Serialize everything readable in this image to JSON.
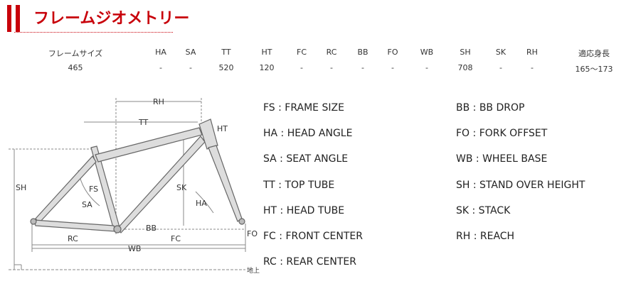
{
  "title": "フレームジオメトリー",
  "table": {
    "headers": [
      "フレームサイズ",
      "HA",
      "SA",
      "TT",
      "HT",
      "FC",
      "RC",
      "BB",
      "FO",
      "WB",
      "SH",
      "SK",
      "RH",
      "適応身長"
    ],
    "values": [
      "465",
      "-",
      "-",
      "520",
      "120",
      "-",
      "-",
      "-",
      "-",
      "-",
      "708",
      "-",
      "-",
      "165～173"
    ]
  },
  "diagram_labels": {
    "rh": "RH",
    "tt": "TT",
    "ht": "HT",
    "sh": "SH",
    "fs": "FS",
    "sa": "SA",
    "sk": "SK",
    "ha": "HA",
    "bb": "BB",
    "fo": "FO",
    "rc": "RC",
    "wb": "WB",
    "fc": "FC",
    "ground": "地上"
  },
  "legend_left": [
    "FS : FRAME SIZE",
    "HA : HEAD ANGLE",
    "SA : SEAT ANGLE",
    "TT : TOP TUBE",
    "HT : HEAD TUBE",
    "FC : FRONT CENTER",
    "RC : REAR CENTER"
  ],
  "legend_right": [
    "BB : BB DROP",
    "FO : FORK OFFSET",
    "WB : WHEEL BASE",
    "SH : STAND OVER HEIGHT",
    "SK : STACK",
    "RH : REACH"
  ]
}
